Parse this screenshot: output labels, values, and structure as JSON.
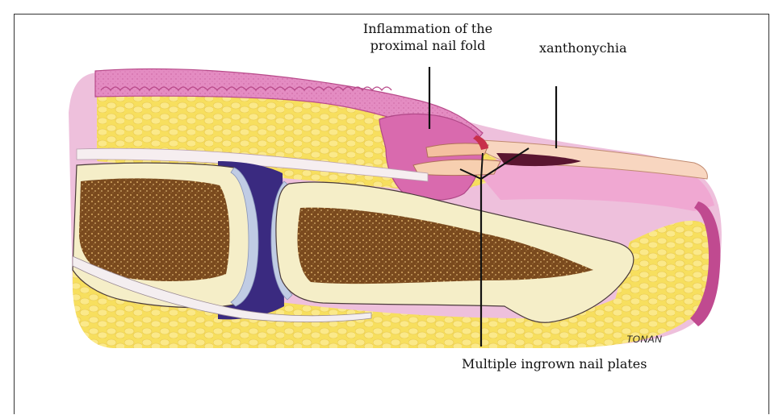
{
  "labels": {
    "inflammation_line1": "Inflammation of the",
    "inflammation_line2": "proximal nail fold",
    "xanthonychia": "xanthonychia",
    "ingrown": "Multiple ingrown nail plates"
  },
  "signature": "TONAN",
  "colors": {
    "skin_pink": "#e89ac8",
    "skin_dark": "#c04a90",
    "fat_yellow": "#f5e06a",
    "bone_cream": "#f3ecc4",
    "marrow_brown": "#8a5a2a",
    "cartilage_blue": "#b8c4dc",
    "joint_purple": "#3a2a7a",
    "nail_peach": "#f5c8a8",
    "xanthonychia_dark": "#6a1a3a",
    "line": "#111111"
  }
}
